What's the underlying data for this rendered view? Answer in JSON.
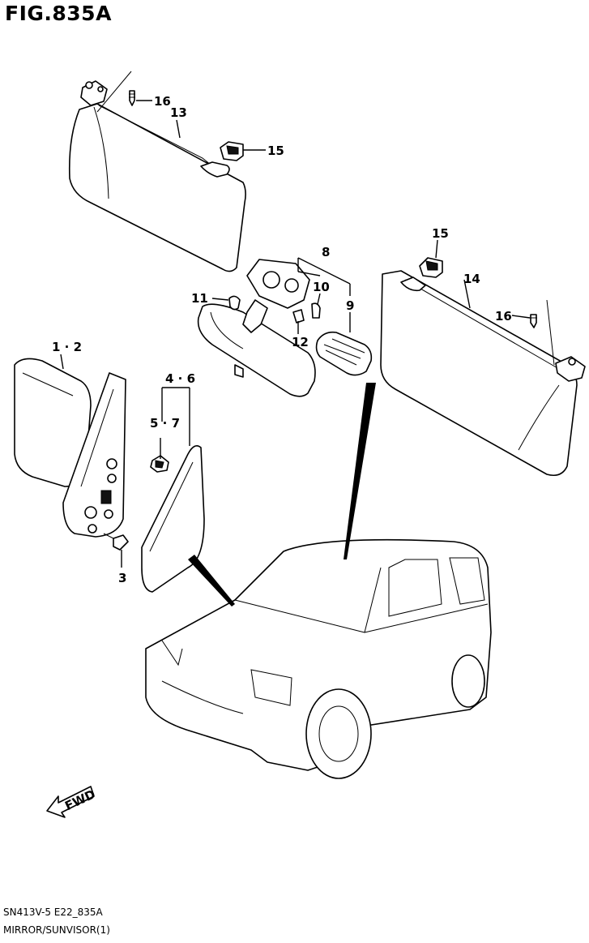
{
  "figure": {
    "title": "FIG.835A"
  },
  "callouts": {
    "c1_2": "1 · 2",
    "c3": "3",
    "c4_6": "4 · 6",
    "c5_7": "5 · 7",
    "c8": "8",
    "c9": "9",
    "c10": "10",
    "c11": "11",
    "c12": "12",
    "c13": "13",
    "c14": "14",
    "c15a": "15",
    "c15b": "15",
    "c16a": "16",
    "c16b": "16"
  },
  "fwd_label": "FWD",
  "footer": {
    "code": "SN413V-5 E22_835A",
    "description": "MIRROR/SUNVISOR(1)"
  }
}
